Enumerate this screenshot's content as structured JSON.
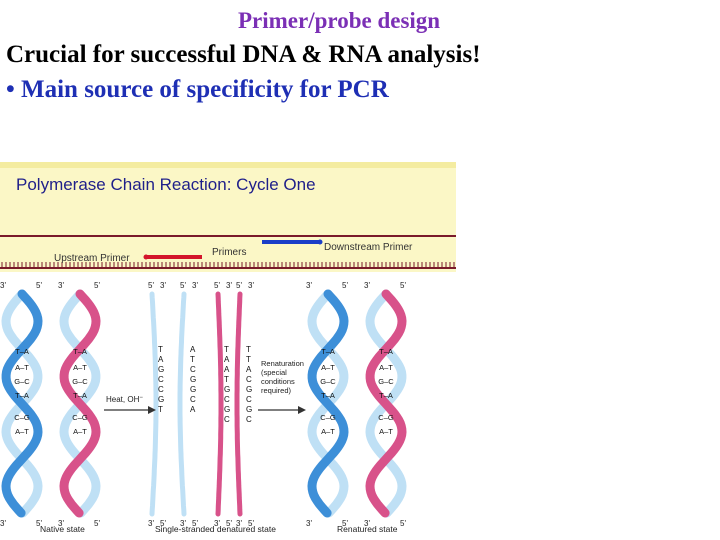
{
  "slide": {
    "title": "Primer/probe design",
    "line1": "Crucial for successful DNA & RNA analysis!",
    "line2": "• Main source of specificity for PCR"
  },
  "figure": {
    "heading": "Polymerase Chain Reaction: Cycle One",
    "primers_label": "Primers",
    "upstream_label": "Upstream Primer",
    "downstream_label": "Downstream Primer",
    "heat_label_1": "Heat, OH",
    "heat_label_2": "−",
    "renat_label_1": "Renaturation",
    "renat_label_2": "(special",
    "renat_label_3": "conditions",
    "renat_label_4": "required)",
    "native_label": "Native state",
    "denatured_label": "Single-stranded denatured state",
    "renatured_label": "Renatured state",
    "end_3": "3'",
    "end_5": "5'",
    "ss1": [
      "T",
      "A",
      "G",
      "C",
      "C",
      "G",
      "T"
    ],
    "ss2": [
      "A",
      "T",
      "C",
      "G",
      "G",
      "C",
      "A"
    ],
    "ss3": [
      "T",
      "A",
      "A",
      "T",
      "G",
      "C",
      "G",
      "C"
    ],
    "ss4": [
      "T",
      "T",
      "A",
      "C",
      "G",
      "C",
      "G",
      "C"
    ],
    "helix_pairs": [
      "T–A",
      "A–T",
      "G–C",
      "T–A",
      "C–G",
      "A–T"
    ],
    "colors": {
      "background": "#fbf7c6",
      "blue_strand": "#3d8fd8",
      "pink_strand": "#d8528a",
      "light_blue": "#bfe0f5",
      "primer_red": "#d3152b",
      "primer_blue": "#1a3ec8",
      "ruler": "#7a1a2a"
    }
  }
}
